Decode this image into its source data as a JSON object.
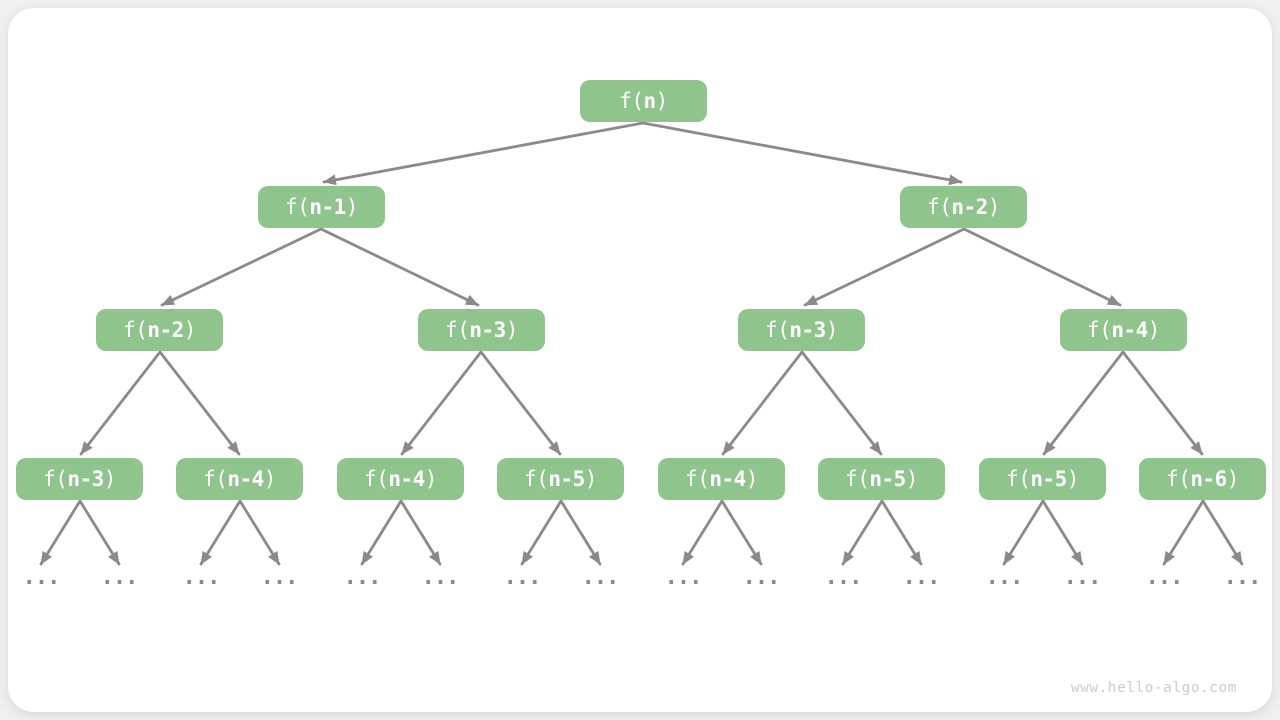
{
  "watermark": "www.hello-algo.com",
  "colors": {
    "node_fill": "#8fc48d",
    "node_text": "#ffffff",
    "edge": "#8a8a8a",
    "ellipsis": "#8a8a8a",
    "canvas_bg": "#efefef",
    "card_bg": "#ffffff",
    "watermark_text": "#cccccc"
  },
  "tree": {
    "levels": [
      {
        "nodes": [
          {
            "pre": "f(",
            "arg": "n",
            "post": ")"
          }
        ]
      },
      {
        "nodes": [
          {
            "pre": "f(",
            "arg": "n-1",
            "post": ")"
          },
          {
            "pre": "f(",
            "arg": "n-2",
            "post": ")"
          }
        ]
      },
      {
        "nodes": [
          {
            "pre": "f(",
            "arg": "n-2",
            "post": ")"
          },
          {
            "pre": "f(",
            "arg": "n-3",
            "post": ")"
          },
          {
            "pre": "f(",
            "arg": "n-3",
            "post": ")"
          },
          {
            "pre": "f(",
            "arg": "n-4",
            "post": ")"
          }
        ]
      },
      {
        "nodes": [
          {
            "pre": "f(",
            "arg": "n-3",
            "post": ")"
          },
          {
            "pre": "f(",
            "arg": "n-4",
            "post": ")"
          },
          {
            "pre": "f(",
            "arg": "n-4",
            "post": ")"
          },
          {
            "pre": "f(",
            "arg": "n-5",
            "post": ")"
          },
          {
            "pre": "f(",
            "arg": "n-4",
            "post": ")"
          },
          {
            "pre": "f(",
            "arg": "n-5",
            "post": ")"
          },
          {
            "pre": "f(",
            "arg": "n-5",
            "post": ")"
          },
          {
            "pre": "f(",
            "arg": "n-6",
            "post": ")"
          }
        ]
      }
    ],
    "leaf_ellipsis": "..."
  }
}
